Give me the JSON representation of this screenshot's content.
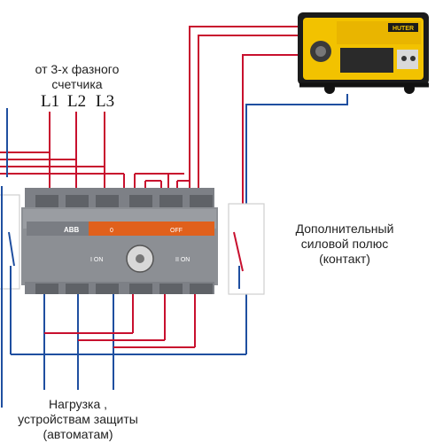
{
  "source_label": {
    "line1": "от 3-х фазного",
    "line2": "счетчика"
  },
  "phases": {
    "l1": "L1",
    "l2": "L2",
    "l3": "L3"
  },
  "pole_label": {
    "line1": "Дополнительный",
    "line2": "силовой полюс",
    "line3": "(контакт)"
  },
  "load_label": {
    "line1": "Нагрузка ,",
    "line2": "устройствам защиты",
    "line3": "(автоматам)"
  },
  "switch": {
    "brand": "ABB",
    "on_left": "I ON",
    "on_right": "II ON",
    "off": "OFF",
    "zero": "0"
  },
  "generator": {
    "brand": "HUTER"
  },
  "colors": {
    "red": "#c8102e",
    "blue": "#1f4fa0",
    "switch_body": "#8c8f94",
    "switch_band": "#e0601c"
  }
}
